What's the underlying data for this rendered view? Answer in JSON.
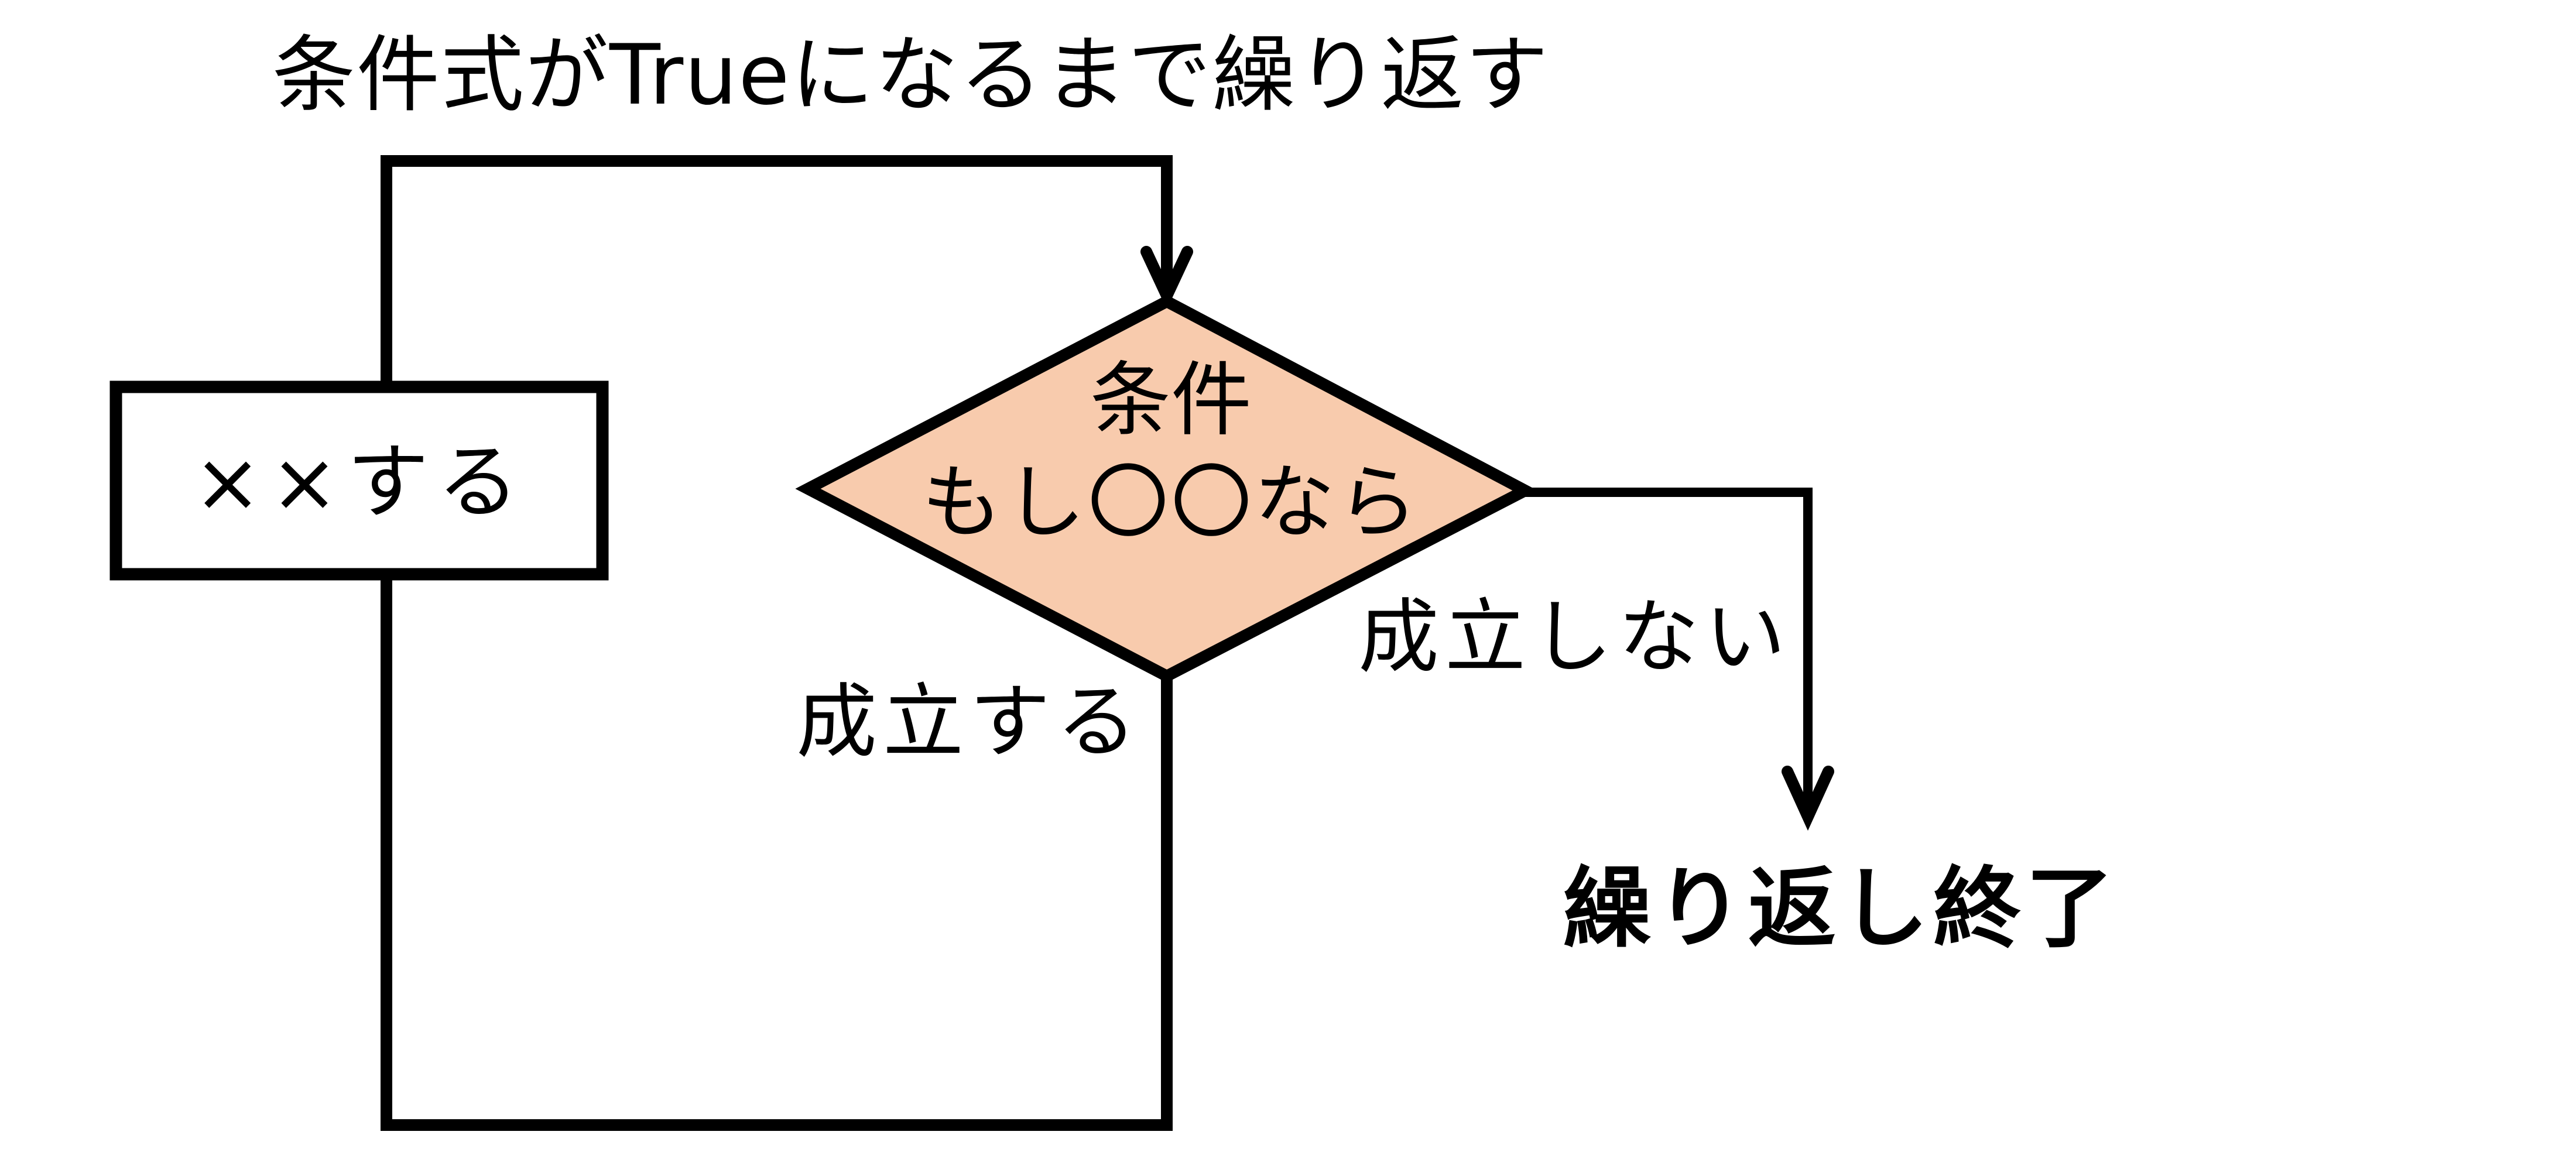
{
  "diagram": {
    "title": "条件式がTrueになるまで繰り返す",
    "process_box": {
      "label": "××する"
    },
    "decision": {
      "line1": "条件",
      "line2": "もし〇〇なら",
      "fill_color": "#F8CBAD"
    },
    "branch_true_label": "成立する",
    "branch_false_label": "成立しない",
    "end_label": "繰り返し終了",
    "stroke_color": "#000000"
  }
}
